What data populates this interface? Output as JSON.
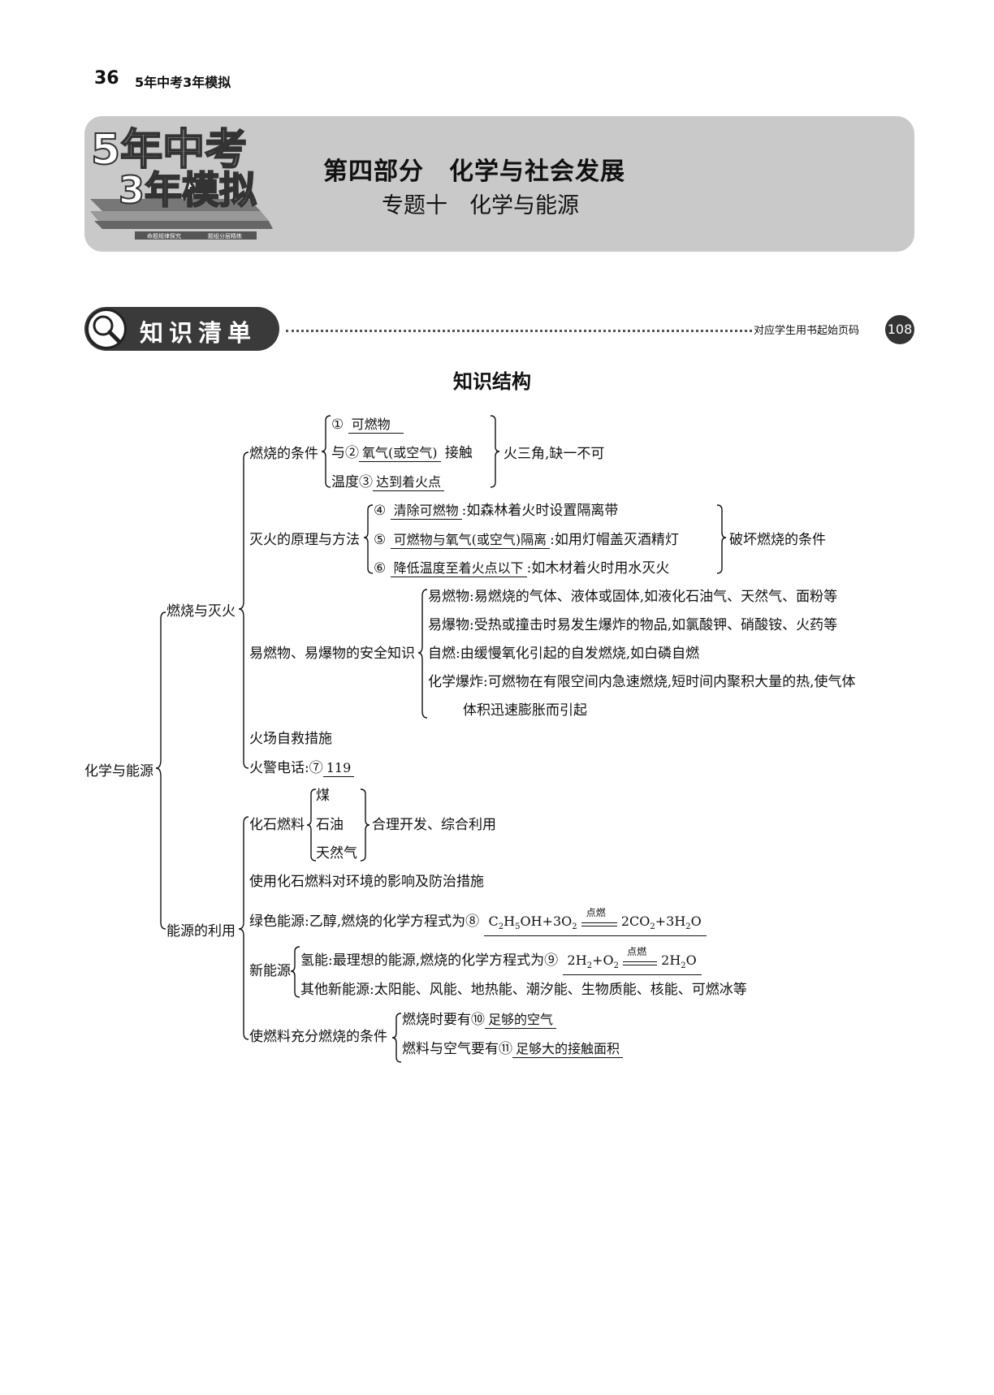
{
  "header": {
    "page_number": "36",
    "book_title": "5年中考3年模拟"
  },
  "banner": {
    "logo_line1": "5年中考",
    "logo_line2": "3年模拟",
    "logo_tag_left": "命题规律探究",
    "logo_tag_right": "题组分层精练",
    "part_title": "第四部分　化学与社会发展",
    "topic_title": "专题十　化学与能源"
  },
  "section": {
    "title": "知识清单",
    "start_page_label": "对应学生用书起始页码",
    "start_page": "108",
    "structure_title": "知识结构"
  },
  "tree": {
    "root": "化学与能源",
    "burn": "燃烧与灭火",
    "energy": "能源的利用",
    "cond": "燃烧的条件",
    "cond_1_num": "①",
    "cond_1_ans": "可燃物",
    "cond_2_pre": "与②",
    "cond_2_ans": "氧气(或空气)",
    "cond_2_post": "接触",
    "cond_3_pre": "温度③",
    "cond_3_ans": "达到着火点",
    "cond_summary": "火三角,缺一不可",
    "ext": "灭火的原理与方法",
    "ext_4_num": "④",
    "ext_4_ans": "清除可燃物",
    "ext_4_post": ":如森林着火时设置隔离带",
    "ext_5_num": "⑤",
    "ext_5_ans": "可燃物与氧气(或空气)隔离",
    "ext_5_post": ":如用灯帽盖灭酒精灯",
    "ext_6_num": "⑥",
    "ext_6_ans": "降低温度至着火点以下",
    "ext_6_post": ":如木材着火时用水灭火",
    "ext_summary": "破坏燃烧的条件",
    "safety": "易燃物、易爆物的安全知识",
    "safety_1": "易燃物:易燃烧的气体、液体或固体,如液化石油气、天然气、面粉等",
    "safety_2": "易爆物:受热或撞击时易发生爆炸的物品,如氯酸钾、硝酸铵、火药等",
    "safety_3": "自燃:由缓慢氧化引起的自发燃烧,如白磷自燃",
    "safety_4a": "化学爆炸:可燃物在有限空间内急速燃烧,短时间内聚积大量的热,使气体",
    "safety_4b": "体积迅速膨胀而引起",
    "fire_escape": "火场自救措施",
    "fire_call_pre": "火警电话:⑦",
    "fire_call_ans": "119",
    "fossil": "化石燃料",
    "fossil_1": "煤",
    "fossil_2": "石油",
    "fossil_3": "天然气",
    "fossil_summary": "合理开发、综合利用",
    "env": "使用化石燃料对环境的影响及防治措施",
    "green_pre": "绿色能源:乙醇,燃烧的化学方程式为⑧",
    "green_cond": "点燃",
    "new": "新能源",
    "new_1_pre": "氢能:最理想的能源,燃烧的化学方程式为⑨",
    "new_1_cond": "点燃",
    "new_2": "其他新能源:太阳能、风能、地热能、潮汐能、生物质能、核能、可燃冰等",
    "full": "使燃料充分燃烧的条件",
    "full_1_pre": "燃烧时要有⑩",
    "full_1_ans": "足够的空气",
    "full_2_pre": "燃料与空气要有⑪",
    "full_2_ans": "足够大的接触面积"
  }
}
